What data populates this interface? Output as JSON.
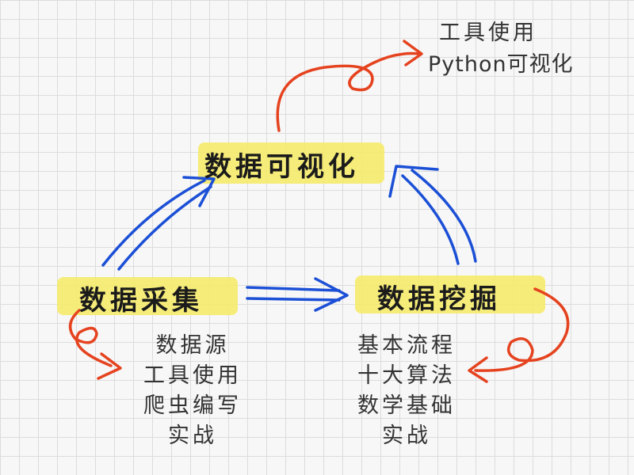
{
  "colors": {
    "blue_arrow": "#1b4fd6",
    "red_arrow": "#e5431f",
    "highlight": "#f5ea6a"
  },
  "nodes": {
    "visualization": "数据可视化",
    "collection": "数据采集",
    "mining": "数据挖掘"
  },
  "notes": {
    "visualization": [
      "工具使用",
      "Python可视化"
    ],
    "collection": [
      "数据源",
      "工具使用",
      "爬虫编写",
      "实战"
    ],
    "mining": [
      "基本流程",
      "十大算法",
      "数学基础",
      "实战"
    ]
  }
}
